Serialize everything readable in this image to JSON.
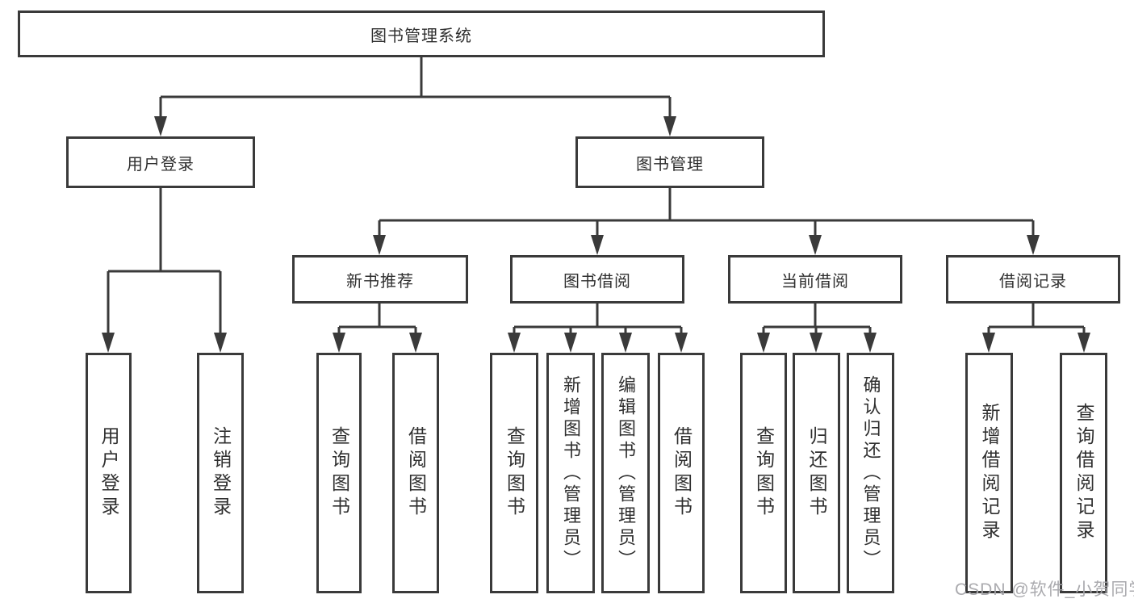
{
  "diagram_type": "hierarchy-tree",
  "tree": {
    "root": {
      "label": "图书管理系统"
    },
    "branches": [
      {
        "label": "用户登录",
        "leaves": [
          {
            "label": "用户登录"
          },
          {
            "label": "注销登录"
          }
        ]
      },
      {
        "label": "图书管理",
        "sections": [
          {
            "label": "新书推荐",
            "leaves": [
              {
                "label": "查询图书"
              },
              {
                "label": "借阅图书"
              }
            ]
          },
          {
            "label": "图书借阅",
            "leaves": [
              {
                "label": "查询图书"
              },
              {
                "label": "新增图书（管理员）"
              },
              {
                "label": "编辑图书（管理员）"
              },
              {
                "label": "借阅图书"
              }
            ]
          },
          {
            "label": "当前借阅",
            "leaves": [
              {
                "label": "查询图书"
              },
              {
                "label": "归还图书"
              },
              {
                "label": "确认归还（管理员）"
              }
            ]
          },
          {
            "label": "借阅记录",
            "leaves": [
              {
                "label": "新增借阅记录"
              },
              {
                "label": "查询借阅记录"
              }
            ]
          }
        ]
      }
    ]
  },
  "watermark": "CSDN @软件_小贺同学",
  "colors": {
    "line": "#3a3a3a",
    "box_border": "#3a3a3a",
    "box_background": "#ffffff",
    "text": "#2f2f2f",
    "watermark": "#a5a5aa",
    "page_background": "#ffffff"
  }
}
